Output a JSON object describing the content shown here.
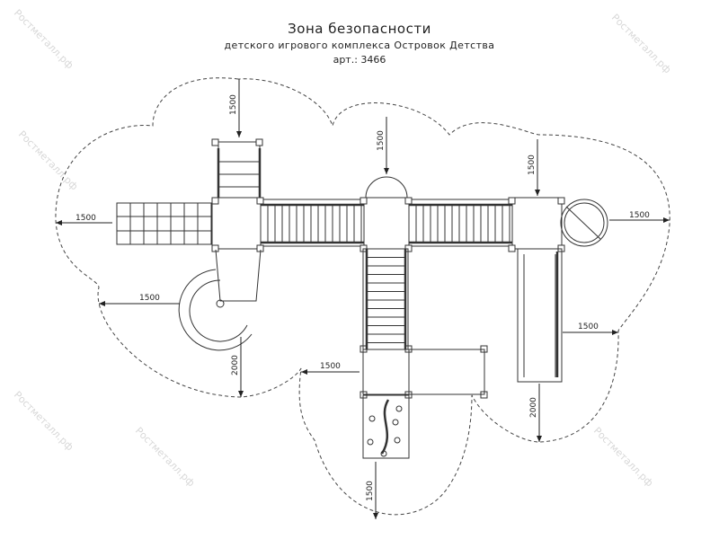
{
  "title": {
    "line1": "Зона безопасности",
    "line2": "детского игрового комплекса Островок Детства",
    "line3": "арт.: 3466"
  },
  "watermark": "Ростметалл.рф",
  "dimensions": {
    "top_left": "1500",
    "top_center": "1500",
    "top_right": "1500",
    "left": "1500",
    "left_slide": "1500",
    "right": "1500",
    "right_slide": "1500",
    "left_slide_bottom": "2000",
    "bottom_center": "1500",
    "right_slide_bottom": "2000",
    "bottom": "1500"
  },
  "colors": {
    "line": "#333333",
    "watermark": "#d8d8d8"
  }
}
